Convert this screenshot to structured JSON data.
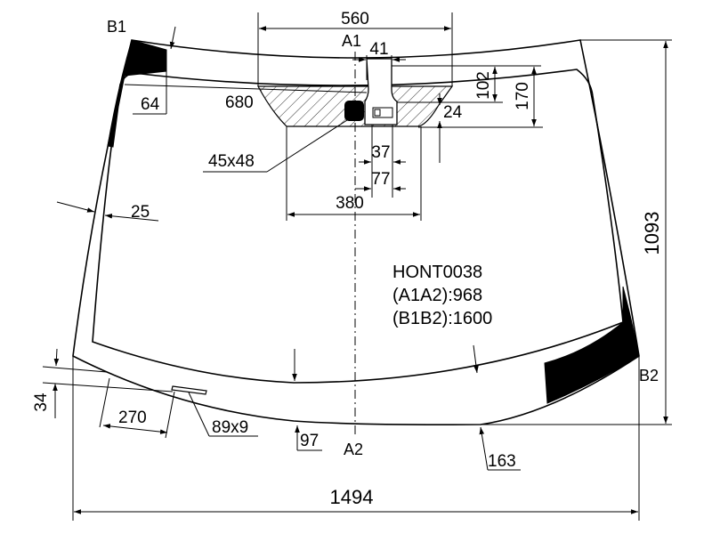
{
  "part_code": "HONT0038",
  "spec_a": "(A1A2):968",
  "spec_b": "(B1B2):1600",
  "points": {
    "a1": "A1",
    "a2": "A2",
    "b1": "B1",
    "b2": "B2"
  },
  "dims": {
    "d560": "560",
    "d41": "41",
    "d102": "102",
    "d170": "170",
    "d64": "64",
    "d680": "680",
    "d24": "24",
    "d45x48": "45x48",
    "d37": "37",
    "d77": "77",
    "d380": "380",
    "d25": "25",
    "d1093": "1093",
    "d34": "34",
    "d270": "270",
    "d89x9": "89x9",
    "d97": "97",
    "d163": "163",
    "d1494": "1494"
  }
}
